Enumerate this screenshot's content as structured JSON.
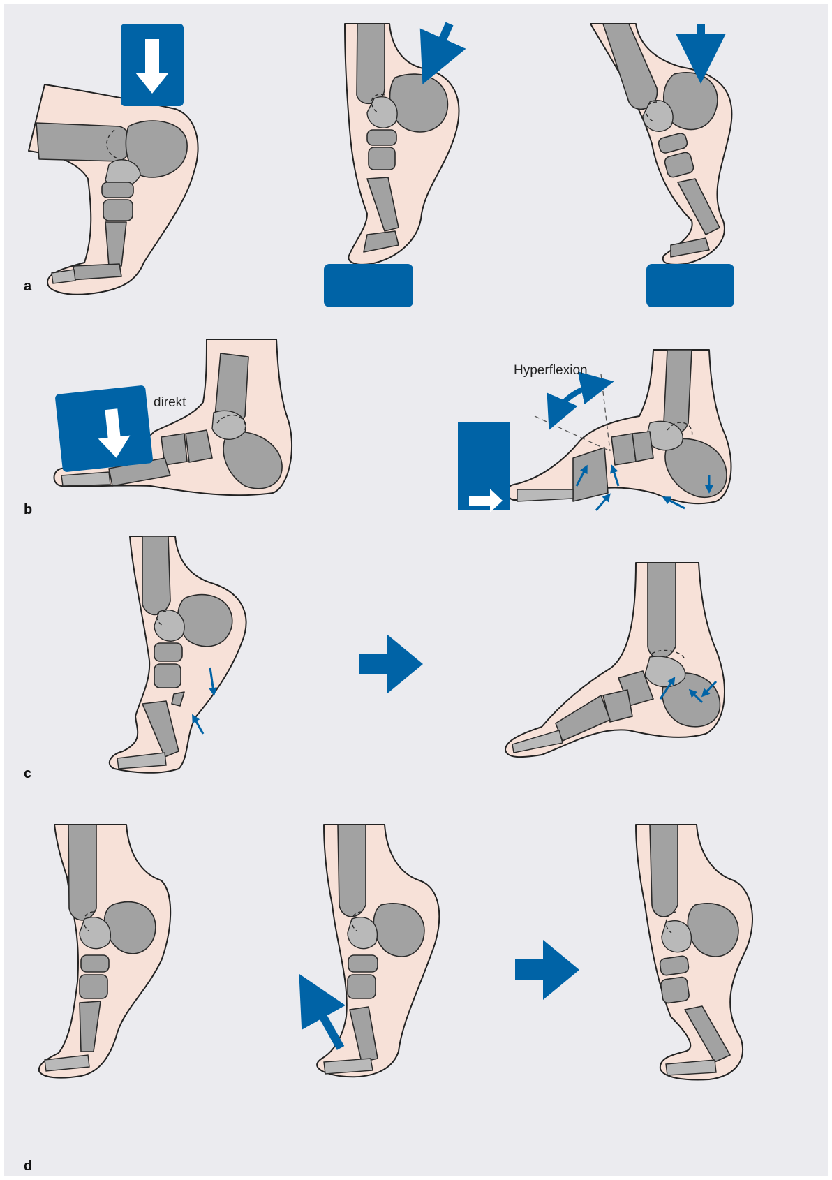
{
  "panels": {
    "a": {
      "label": "a"
    },
    "b": {
      "label": "b",
      "direct_label": "direkt",
      "hyperflexion_label": "Hyperflexion"
    },
    "c": {
      "label": "c"
    },
    "d": {
      "label": "d"
    }
  },
  "colors": {
    "background": "#ebebef",
    "skin": "#f7e1d8",
    "bone": "#a2a2a2",
    "force_blue": "#0063a6",
    "outline": "#222222"
  },
  "icons": [
    "force-block",
    "force-arrow",
    "motion-arrow",
    "curved-double-arrow",
    "sequence-arrow"
  ]
}
